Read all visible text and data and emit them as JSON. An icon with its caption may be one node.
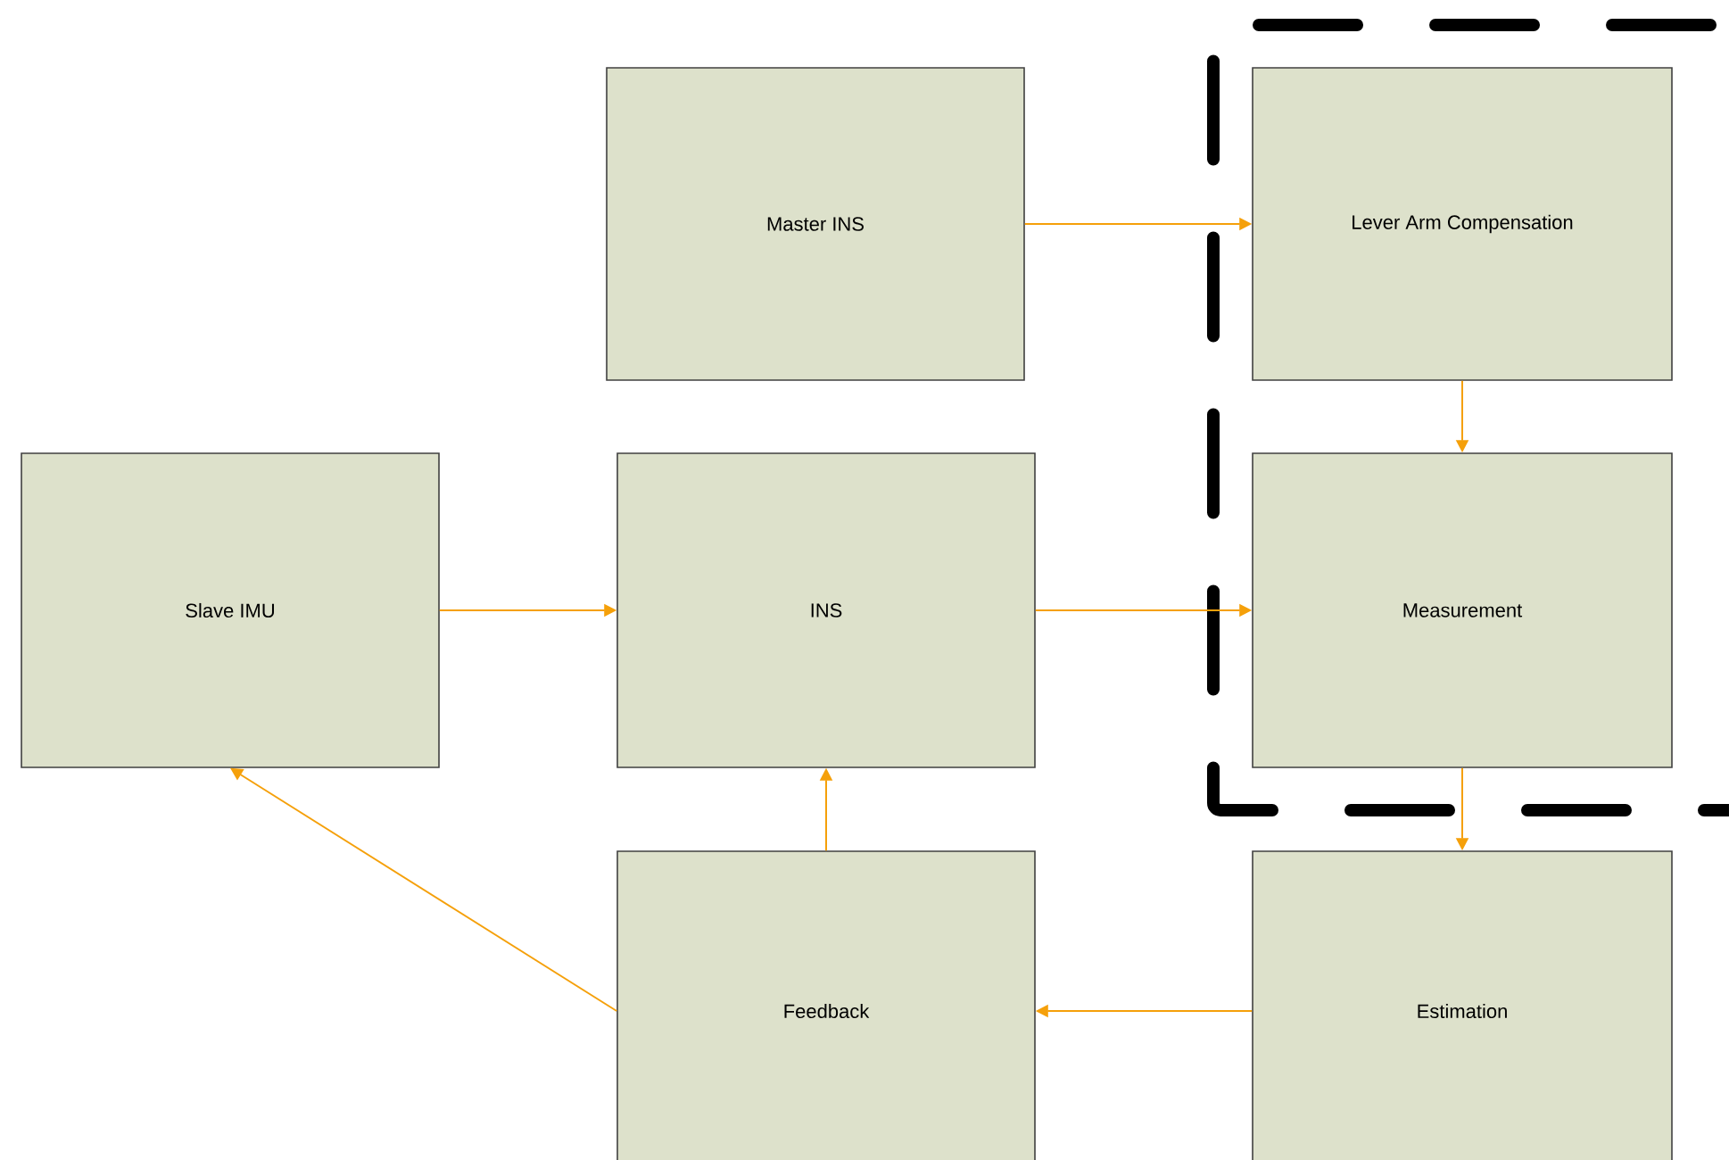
{
  "diagram": {
    "nodes": [
      {
        "text": [
          "Master INS"
        ]
      },
      {
        "text": [
          "Lever Arm Compensation"
        ]
      },
      {
        "text": [
          "Slave IMU"
        ]
      },
      {
        "text": [
          "INS"
        ]
      },
      {
        "text": [
          "Measurement"
        ]
      },
      {
        "text": [
          "Feedback"
        ]
      },
      {
        "text": [
          "Estimation"
        ]
      }
    ],
    "edges": [
      {
        "from": 0,
        "to": 1,
        "arrow": "to"
      },
      {
        "from": 1,
        "to": 4,
        "arrow": "to"
      },
      {
        "from": 2,
        "to": 3,
        "arrow": "to"
      },
      {
        "from": 3,
        "to": 4,
        "arrow": "to"
      },
      {
        "from": 4,
        "to": 6,
        "arrow": "to"
      },
      {
        "from": 6,
        "to": 5,
        "arrow": "to"
      },
      {
        "from": 5,
        "to": 3,
        "arrow": "to"
      },
      {
        "from": 5,
        "to": 2,
        "arrow": "to"
      }
    ]
  }
}
